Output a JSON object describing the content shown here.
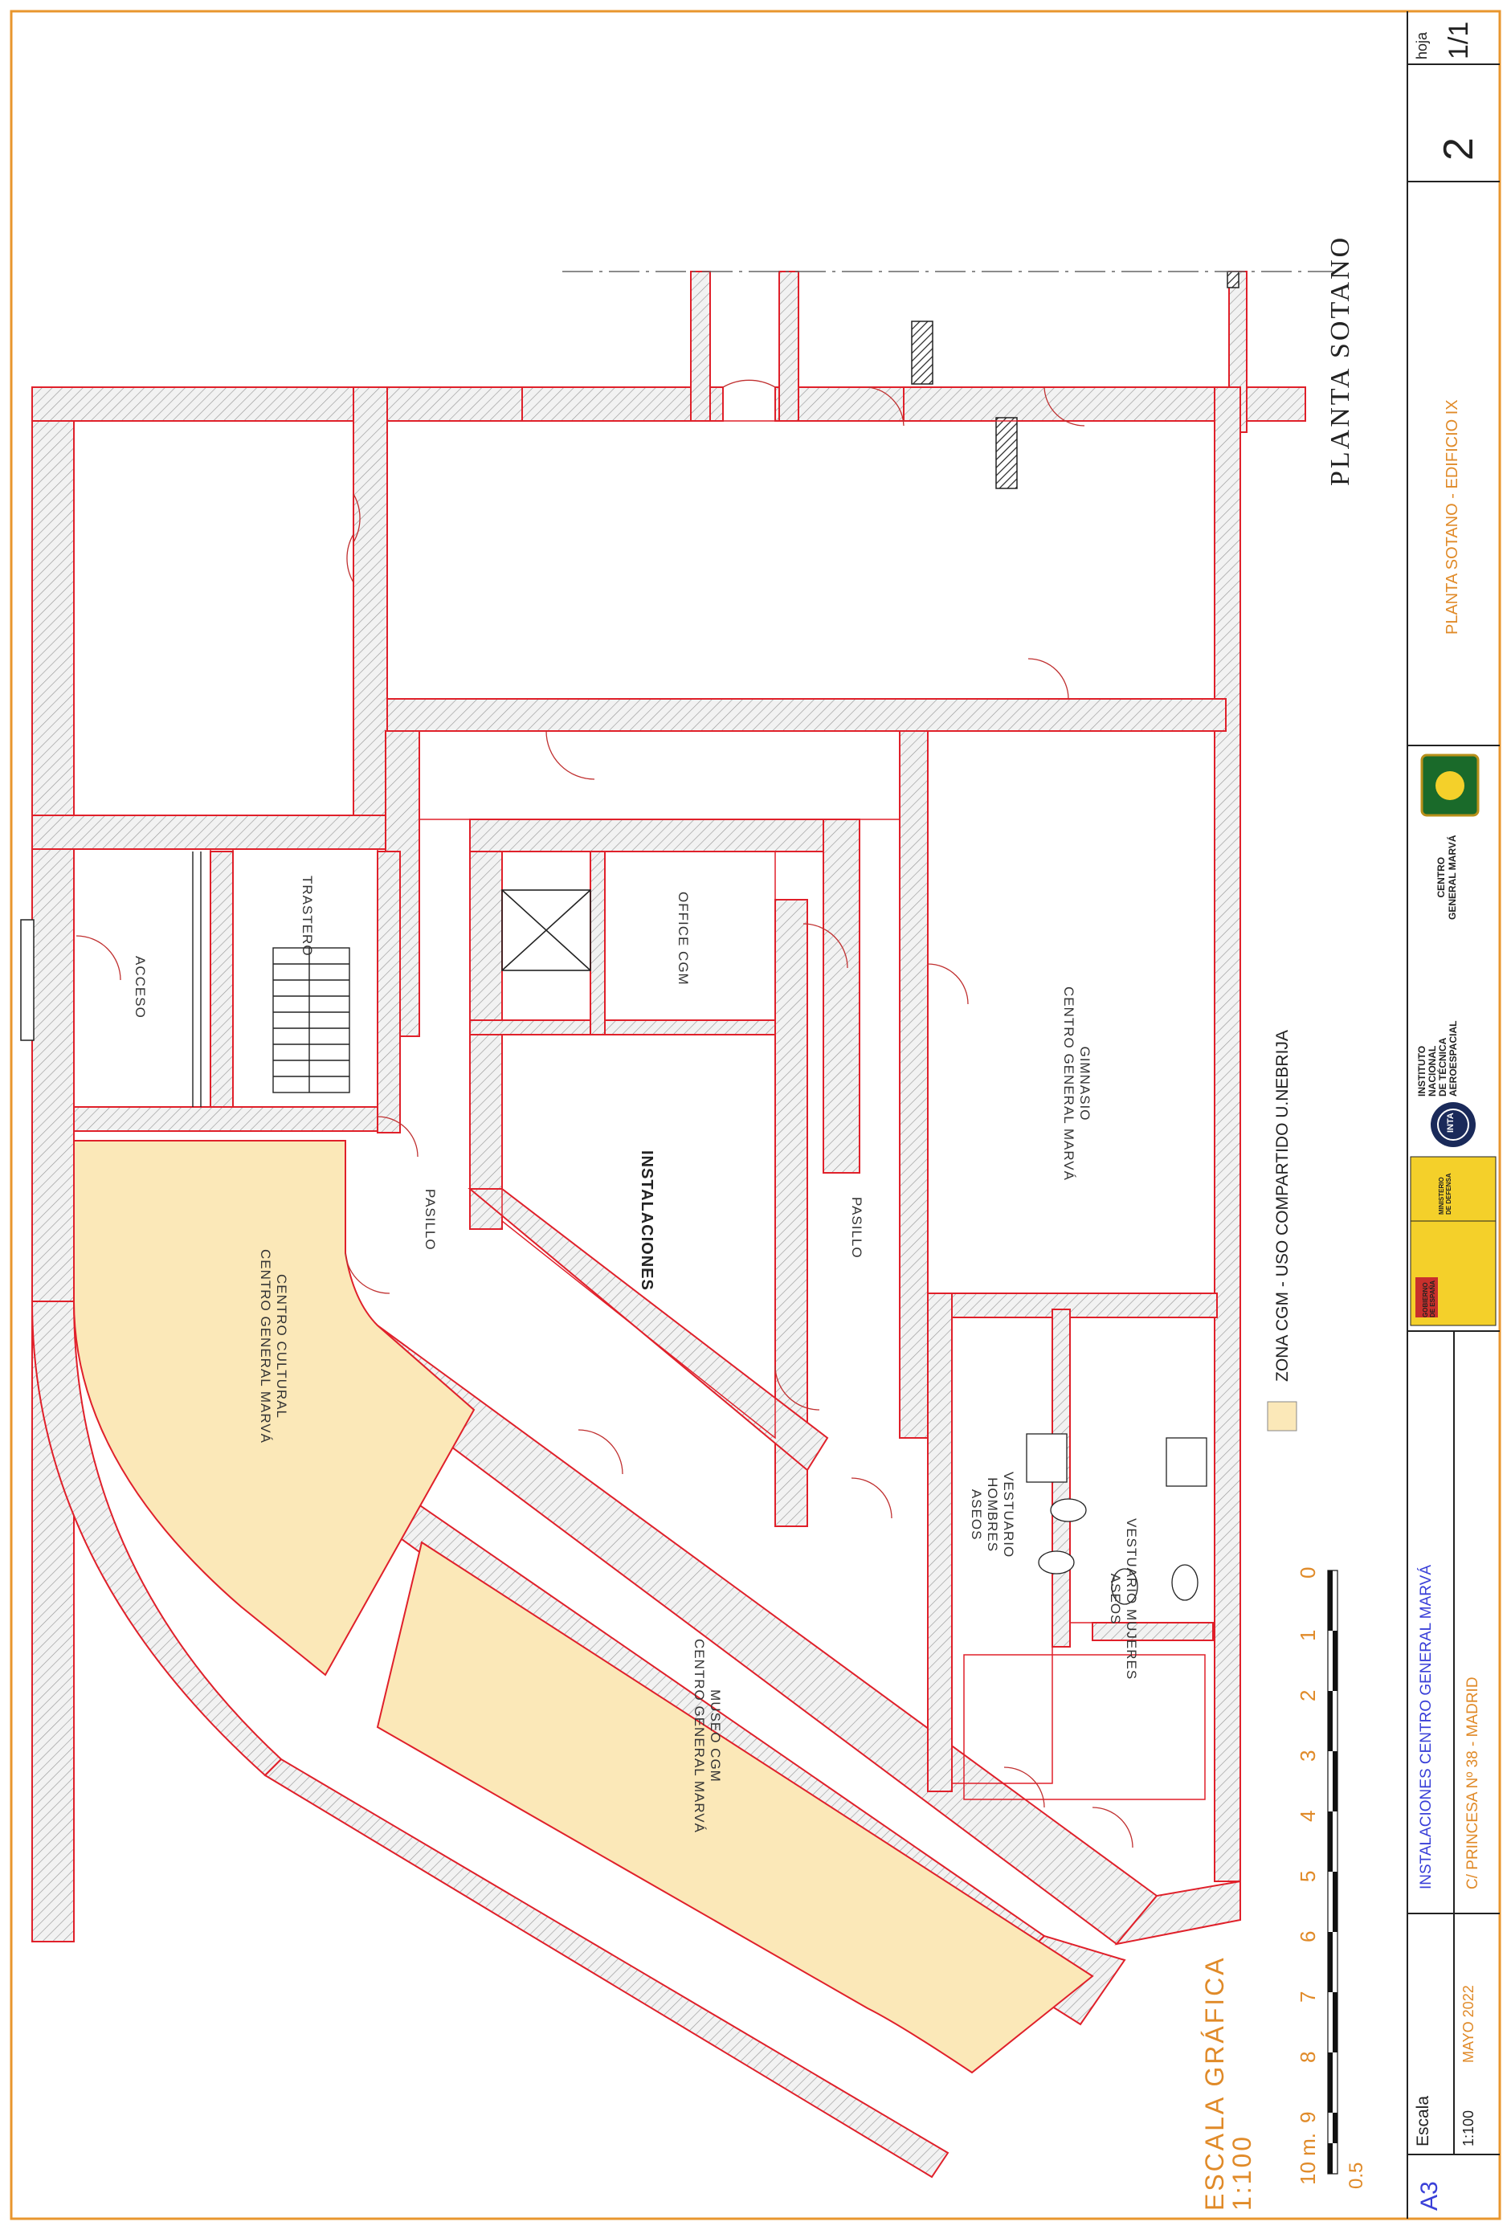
{
  "title_block": {
    "sheet_size": "A3",
    "scale_caption": "Escala",
    "scale_value": "1:100",
    "date": "MAYO 2022",
    "project": "INSTALACIONES CENTRO GENERAL MARVÁ",
    "address": "C/ PRINCESA Nº 38 - MADRID",
    "drawing_title": "PLANTA SOTANO - EDIFICIO IX",
    "drawing_number": "2",
    "sheet_caption": "hoja",
    "sheet_count": "1/1",
    "logos": {
      "gobierno": [
        "GOBIERNO",
        "DE ESPAÑA"
      ],
      "ministerio": [
        "MINISTERIO",
        "DE DEFENSA"
      ],
      "inta": [
        "INSTITUTO",
        "NACIONAL",
        "DE TÉCNICA",
        "AEROESPACIAL"
      ],
      "inta_mark": "INTA",
      "cgm": [
        "CENTRO",
        "GENERAL MARVÁ"
      ]
    }
  },
  "plan": {
    "floor_name": "PLANTA SOTANO",
    "legend_text": "ZONA CGM - USO COMPARTIDO U.NEBRIJA",
    "rooms": {
      "acceso": "ACCESO",
      "trastero": "TRASTERO",
      "office": "OFFICE CGM",
      "instalaciones": "INSTALACIONES",
      "pasillo_1": "PASILLO",
      "pasillo_2": "PASILLO",
      "gimnasio": [
        "GIMNASIO",
        "CENTRO GENERAL MARVÁ"
      ],
      "centro_cultural": [
        "CENTRO CULTURAL",
        "CENTRO GENERAL MARVÁ"
      ],
      "museo": [
        "MUSEO CGM",
        "CENTRO GENERAL MARVÁ"
      ],
      "vestuario_hombres": [
        "VESTUARIO",
        "HOMBRES",
        "ASEOS"
      ],
      "vestuario_mujeres": [
        "VESTUARIO MUJERES",
        "ASEOS"
      ]
    }
  },
  "scale_bar": {
    "title": "ESCALA GRÁFICA",
    "ratio": "1:100",
    "ticks": [
      "0",
      "1",
      "2",
      "3",
      "4",
      "5",
      "6",
      "7",
      "8",
      "9",
      "10 m."
    ],
    "half": "0.5"
  },
  "colors": {
    "frame": "#e8962e",
    "walls": "#e0202a",
    "zone_fill": "#fbe8b8",
    "hatch": "#9a9a9a",
    "accent_text": "#e08a28",
    "blue_text": "#3a40d8"
  }
}
